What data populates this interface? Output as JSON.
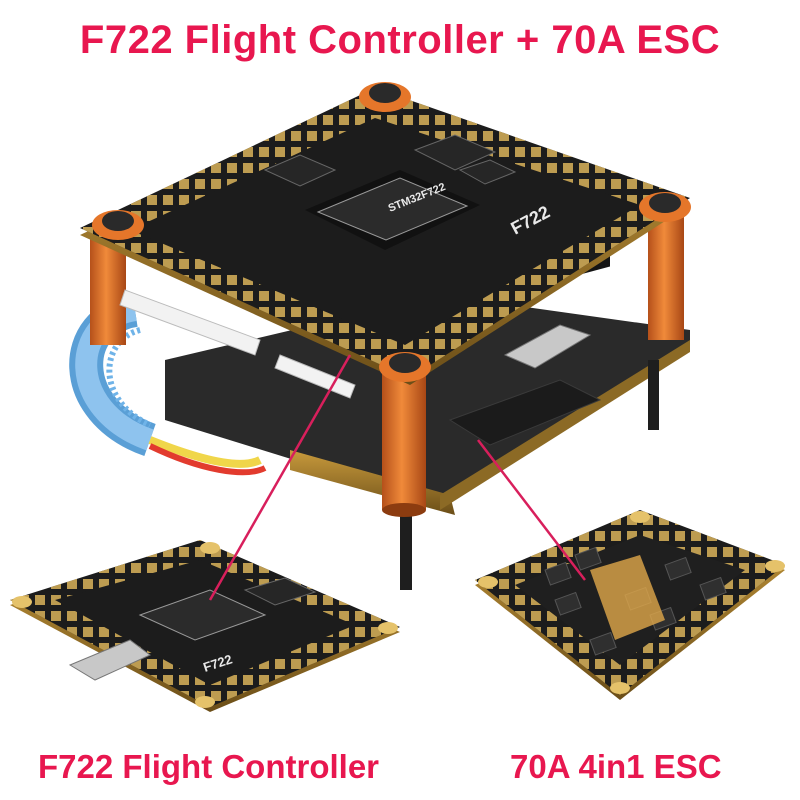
{
  "title": "F722 Flight Controller + 70A ESC",
  "captions": {
    "flight_controller": "F722 Flight Controller",
    "esc": "70A 4in1 ESC"
  },
  "board_marking": "F722",
  "colors": {
    "accent_text": "#e8174f",
    "standoff_orange": "#e5762a",
    "pcb_black": "#1a1a1a",
    "pad_gold": "#d9b25a",
    "pointer_line": "#d81f5c"
  }
}
